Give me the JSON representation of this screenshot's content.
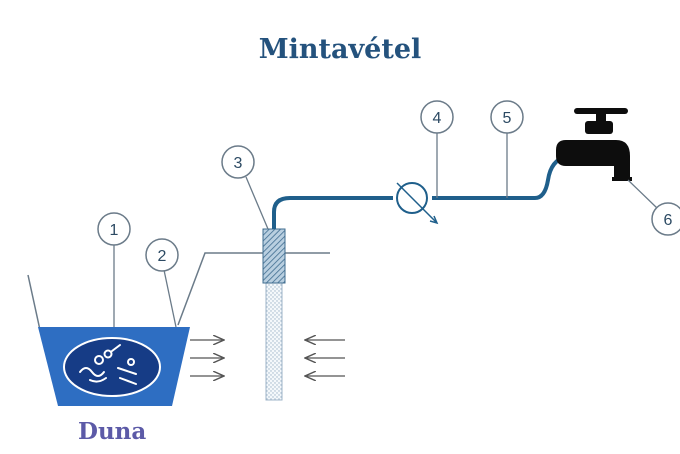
{
  "title": "Mintavétel",
  "river_label": "Duna",
  "callouts": [
    {
      "number": "1"
    },
    {
      "number": "2"
    },
    {
      "number": "3"
    },
    {
      "number": "4"
    },
    {
      "number": "5"
    },
    {
      "number": "6"
    }
  ],
  "colors": {
    "title": "#24527d",
    "river_label": "#5c5aa7",
    "water": "#2e6ec2",
    "pipe": "#1f5f8b",
    "line": "#6b7b89",
    "tap": "#0d0d0d"
  }
}
